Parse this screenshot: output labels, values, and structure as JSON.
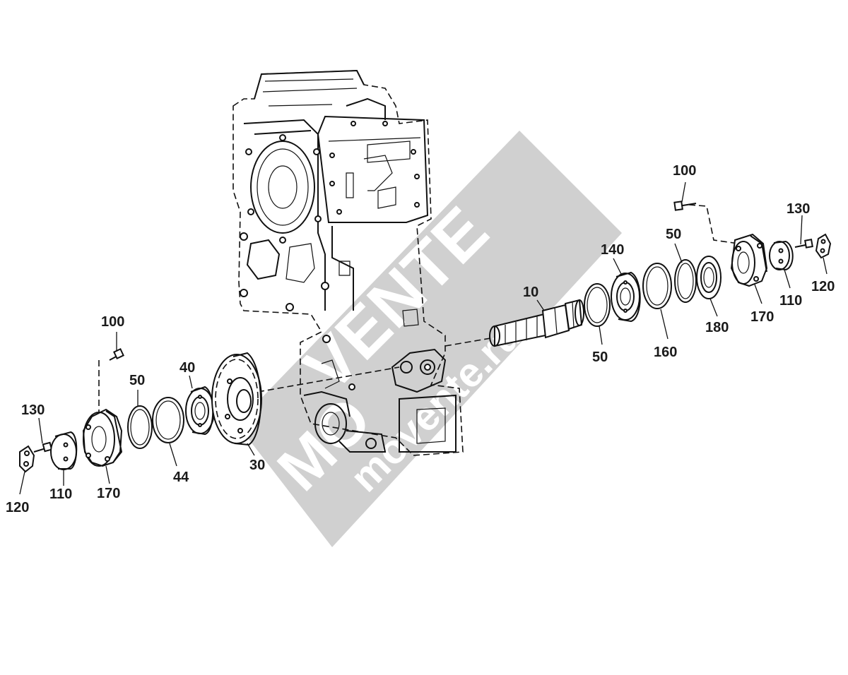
{
  "callouts": {
    "part_10": "10",
    "part_30": "30",
    "part_40": "40",
    "part_44": "44",
    "part_50_left": "50",
    "part_50_right_top": "50",
    "part_50_right_bottom": "50",
    "part_100_left": "100",
    "part_100_right": "100",
    "part_110_left": "110",
    "part_110_right": "110",
    "part_120_left": "120",
    "part_120_right": "120",
    "part_130_left": "130",
    "part_130_right": "130",
    "part_140": "140",
    "part_160": "160",
    "part_170_left": "170",
    "part_170_right": "170",
    "part_180": "180"
  },
  "watermark": {
    "brand": "VENTE",
    "prefix": "MO",
    "site": "movente.ru",
    "color": "#c8c8c8"
  }
}
